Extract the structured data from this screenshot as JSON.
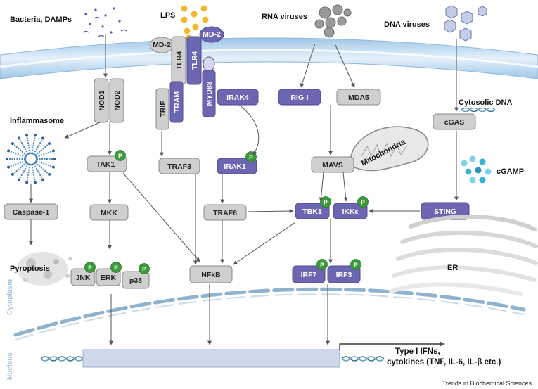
{
  "labels": {
    "bacteria": "Bacteria, DAMPs",
    "lps": "LPS",
    "rna_viruses": "RNA viruses",
    "dna_viruses": "DNA viruses",
    "inflammasome": "Inflammasome",
    "cytosolic_dna": "Cytosolic DNA",
    "cgamp": "cGAMP",
    "pyroptosis": "Pyroptosis",
    "er": "ER",
    "mitochondria": "Mitochondria",
    "cytoplasm": "Cytoplasm",
    "nucleus": "Nucleus",
    "output_line1": "Type I IFNs,",
    "output_line2": "cytokines (TNF, IL-6, IL-β etc.)",
    "footer": "Trends in Biochemical Sciences",
    "phospho": "P"
  },
  "nodes": {
    "md2_left": "MD-2",
    "md2_right": "MD-2",
    "tlr4_gray": "TLR4",
    "tlr4_purple": "TLR4",
    "myd88": "MYD88",
    "tram": "TRAM",
    "trif": "TRIF",
    "irak4": "IRAK4",
    "nod1": "NOD1",
    "nod2": "NOD2",
    "rigi": "RIG-I",
    "mda5": "MDA5",
    "cgas": "cGAS",
    "tak1": "TAK1",
    "traf3": "TRAF3",
    "irak1": "IRAK1",
    "mavs": "MAVS",
    "caspase1": "Caspase-1",
    "mkk": "MKK",
    "traf6": "TRAF6",
    "tbk1": "TBK1",
    "ikke": "IKKε",
    "sting": "STING",
    "jnk": "JNK",
    "erk": "ERK",
    "p38": "p38",
    "nfkb": "NFkB",
    "irf7": "IRF7",
    "irf3": "IRF3"
  },
  "colors": {
    "purple": "#6c66b2",
    "gray": "#cfcfcf",
    "phospho_green": "#3d9a3a",
    "membrane": "#bcd8ee"
  }
}
